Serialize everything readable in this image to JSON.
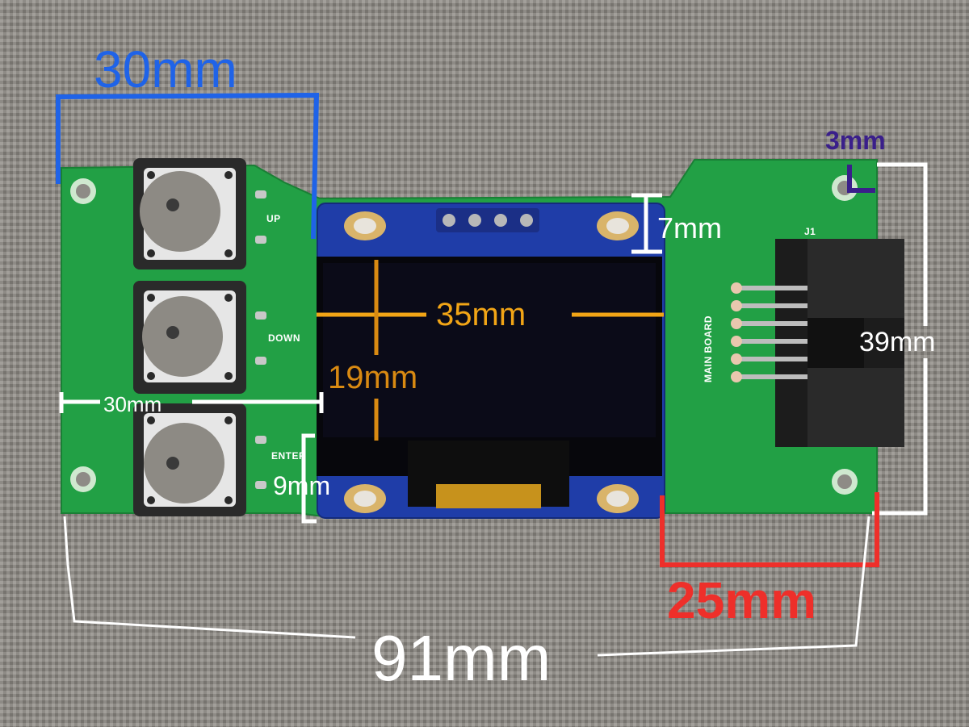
{
  "board_labels": {
    "up": "UP",
    "down": "DOWN",
    "enter": "ENTER",
    "connector": "J1",
    "board_name": "MAIN BOARD"
  },
  "dimensions": {
    "button_strip_width": "30mm",
    "hole_offset": "3mm",
    "display_header": "7mm",
    "display_width": "35mm",
    "display_height": "19mm",
    "board_height": "39mm",
    "left_section_width": "30mm",
    "display_bottom": "9mm",
    "right_section_width": "25mm",
    "total_width": "91mm"
  },
  "colors": {
    "pcb": "#22a045",
    "background": "#8e8b86",
    "oled_pcb": "#1f3da8",
    "annotation_blue": "#1f63e8",
    "annotation_orange": "#f2a516",
    "annotation_red": "#ee2f2a",
    "annotation_white": "#ffffff",
    "annotation_navy": "#3a1f8a"
  }
}
